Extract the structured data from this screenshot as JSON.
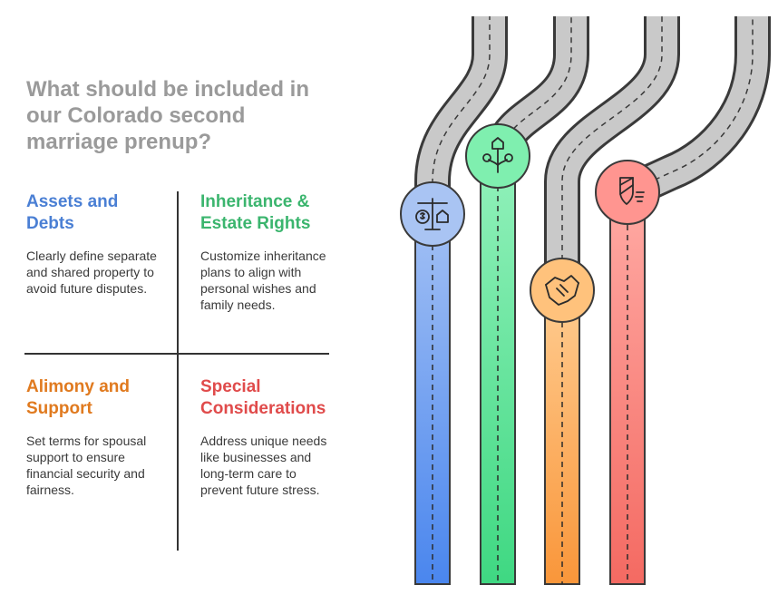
{
  "title": "What should be included in our Colorado second marriage prenup?",
  "quadrants": [
    {
      "heading": "Assets and Debts",
      "body": "Clearly define separate and shared property to avoid future disputes.",
      "color": "#4a7fd4"
    },
    {
      "heading": "Inheritance & Estate Rights",
      "body": "Customize inheritance plans to align with personal wishes and family needs.",
      "color": "#3bb56e"
    },
    {
      "heading": "Alimony and Support",
      "body": "Set terms for spousal support to ensure financial security and fairness.",
      "color": "#e07a1f"
    },
    {
      "heading": "Special Considerations",
      "body": "Address unique needs like businesses and long-term care to prevent future stress.",
      "color": "#e04b4b"
    }
  ],
  "roads": [
    {
      "icon": "scales-money-house-icon",
      "color_top": "#9dbcf3",
      "color_bottom": "#4a86ee",
      "circle": "#a9c4f3"
    },
    {
      "icon": "house-growth-icon",
      "color_top": "#8ef0b8",
      "color_bottom": "#3fd882",
      "circle": "#7fefaf"
    },
    {
      "icon": "handshake-icon",
      "color_top": "#ffc88a",
      "color_bottom": "#f9963a",
      "circle": "#ffc27c"
    },
    {
      "icon": "shield-protection-icon",
      "color_top": "#ffa6a0",
      "color_bottom": "#f46a62",
      "circle": "#ff9590"
    }
  ]
}
